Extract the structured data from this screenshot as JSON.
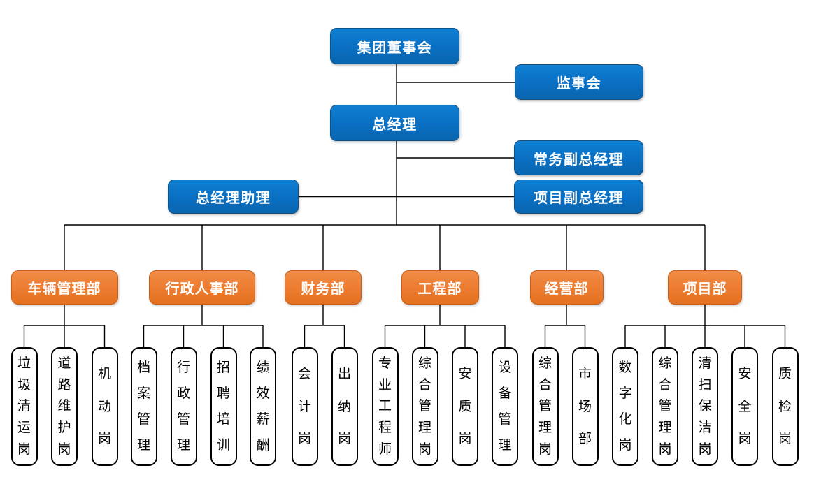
{
  "org": {
    "nodes": {
      "board": "集团董事会",
      "supervisory": "监事会",
      "gm": "总经理",
      "exec_deputy_gm": "常务副总经理",
      "gm_assistant": "总经理助理",
      "project_deputy_gm": "项目副总经理"
    },
    "departments": [
      {
        "label": "车辆管理部",
        "positions": [
          "垃圾清运岗",
          "道路维护岗",
          "机动岗"
        ]
      },
      {
        "label": "行政人事部",
        "positions": [
          "档案管理",
          "行政管理",
          "招聘培训",
          "绩效薪酬"
        ]
      },
      {
        "label": "财务部",
        "positions": [
          "会计岗",
          "出纳岗"
        ]
      },
      {
        "label": "工程部",
        "positions": [
          "专业工程师",
          "综合管理岗",
          "安质岗",
          "设备管理"
        ]
      },
      {
        "label": "经营部",
        "positions": [
          "综合管理岗",
          "市场部"
        ]
      },
      {
        "label": "项目部",
        "positions": [
          "数字化岗",
          "综合管理岗",
          "清扫保洁岗",
          "安全岗",
          "质检岗"
        ]
      }
    ],
    "colors": {
      "executive_blue": "#0A70C4",
      "department_orange": "#ED7D31",
      "position_fill": "#FFFFFF",
      "position_border": "#000000",
      "connector": "#000000",
      "text_light": "#FFFFFF",
      "text_dark": "#000000"
    }
  }
}
